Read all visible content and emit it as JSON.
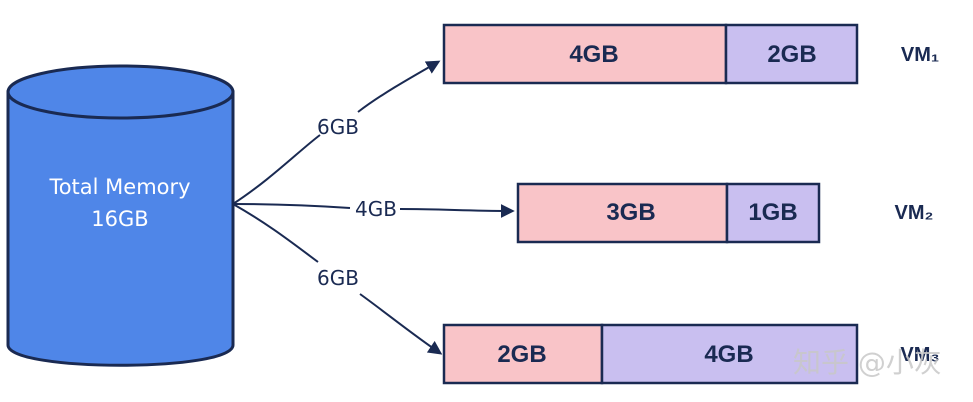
{
  "storage": {
    "label_line1": "Total Memory",
    "label_line2": "16GB",
    "fill_color": "#4f86e8",
    "stroke_color": "#1a2a52"
  },
  "arrows": [
    {
      "label": "6GB",
      "target": "VM₁"
    },
    {
      "label": "4GB",
      "target": "VM₂"
    },
    {
      "label": "6GB",
      "target": "VM₃"
    }
  ],
  "vms": [
    {
      "name": "VM₁",
      "segments": [
        {
          "label": "4GB",
          "size_gb": 4,
          "kind": "used"
        },
        {
          "label": "2GB",
          "size_gb": 2,
          "kind": "free"
        }
      ]
    },
    {
      "name": "VM₂",
      "segments": [
        {
          "label": "3GB",
          "size_gb": 3,
          "kind": "used"
        },
        {
          "label": "1GB",
          "size_gb": 1,
          "kind": "free"
        }
      ]
    },
    {
      "name": "VM₃",
      "segments": [
        {
          "label": "2GB",
          "size_gb": 2,
          "kind": "used"
        },
        {
          "label": "4GB",
          "size_gb": 4,
          "kind": "free"
        }
      ]
    }
  ],
  "colors": {
    "used": "#f9c4c8",
    "free": "#c9bff0",
    "ink": "#1a2a52"
  },
  "watermark": "知乎 @小灰"
}
